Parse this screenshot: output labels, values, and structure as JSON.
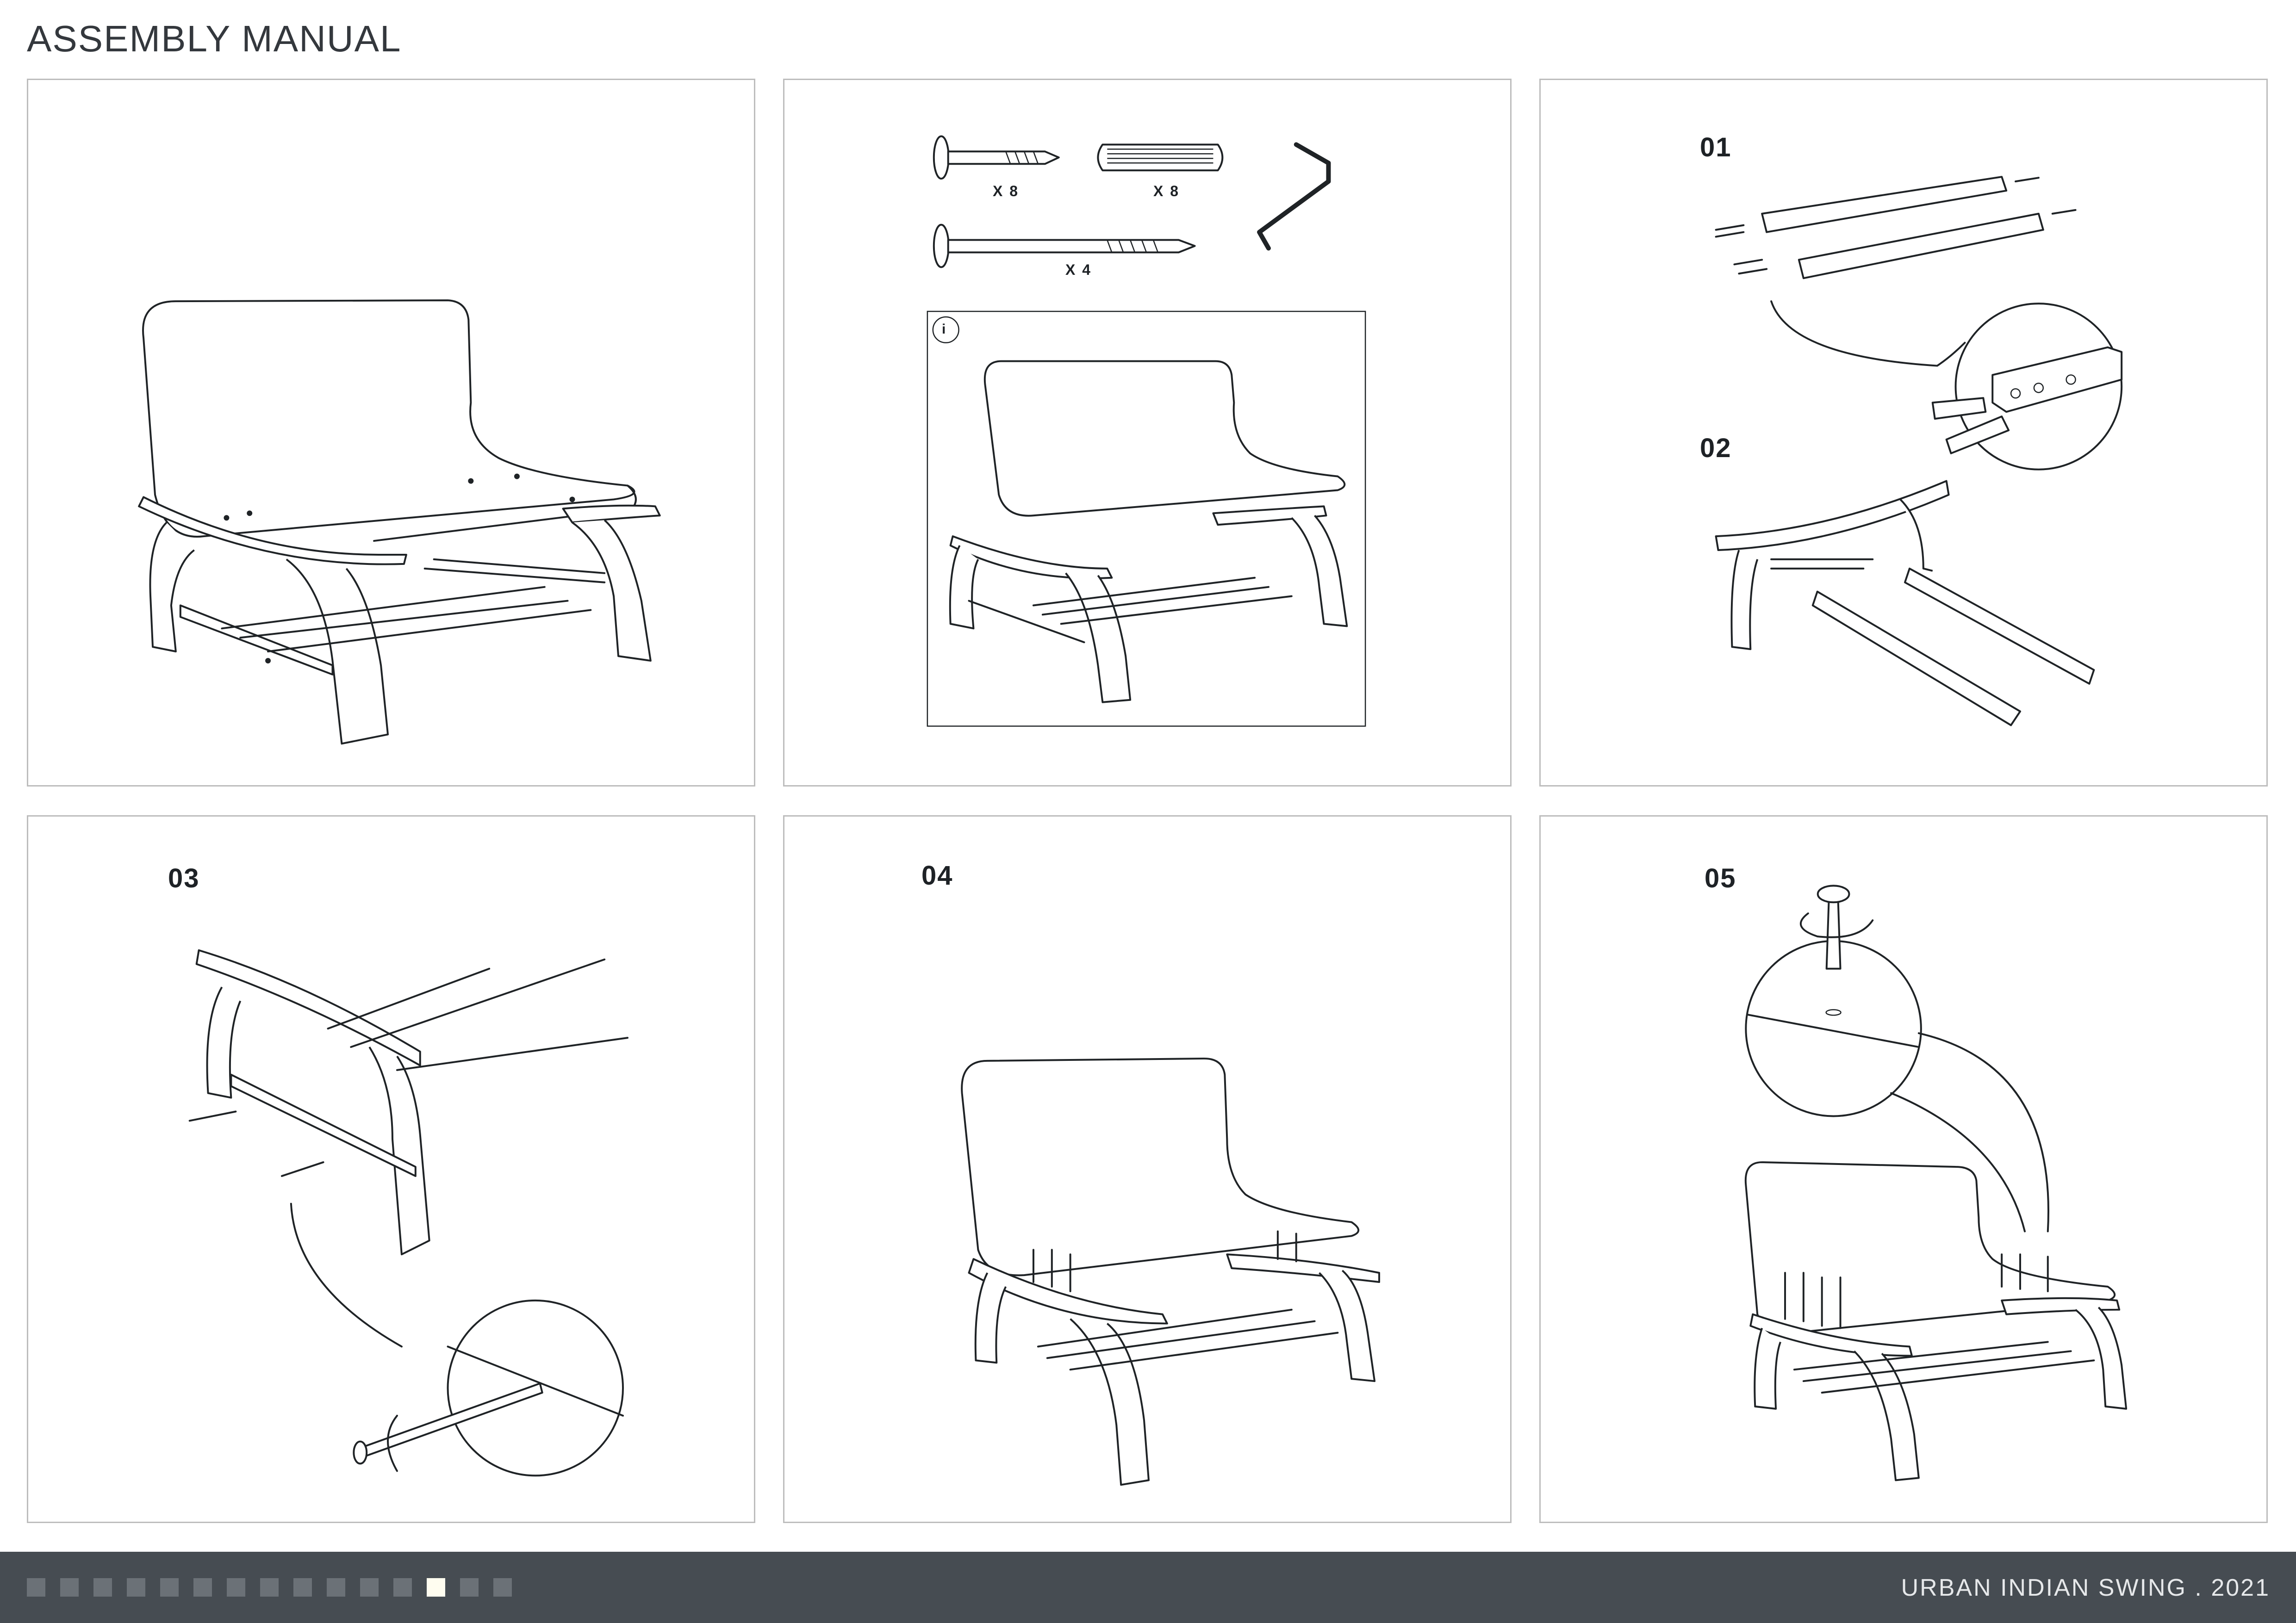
{
  "header": {
    "title": "ASSEMBLY MANUAL"
  },
  "hardware": {
    "bolt_qty": "X 8",
    "dowel_qty": "X 8",
    "long_bolt_qty": "X 4",
    "info_icon": "i"
  },
  "steps": [
    {
      "label": "01"
    },
    {
      "label": "02"
    },
    {
      "label": "03"
    },
    {
      "label": "04"
    },
    {
      "label": "05"
    }
  ],
  "footer": {
    "brand": "URBAN INDIAN SWING  .  2021",
    "page_count": 15,
    "active_page": 13
  },
  "colors": {
    "footer_bg": "#464c52",
    "pager_inactive": "#6b7177",
    "pager_active": "#fffdf0"
  }
}
